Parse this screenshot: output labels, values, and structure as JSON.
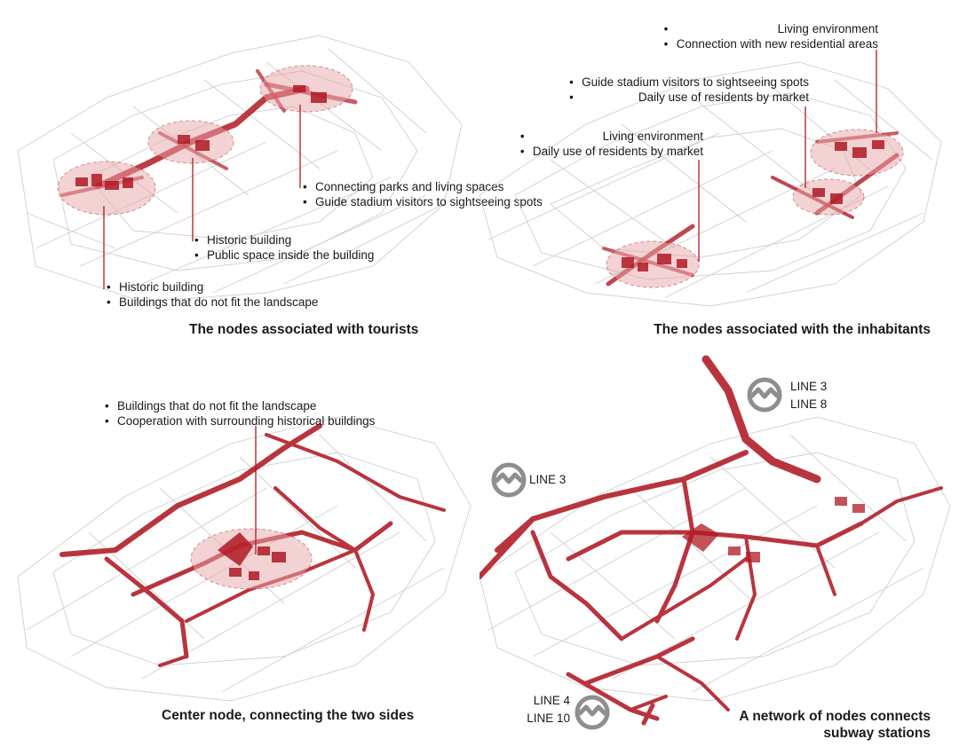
{
  "panels": [
    {
      "id": "tourists",
      "caption": "The nodes associated with tourists",
      "notes": [
        [
          "Connecting parks and living spaces",
          "Guide stadium visitors to sightseeing spots"
        ],
        [
          "Historic building",
          "Public space inside the building"
        ],
        [
          "Historic building",
          "Buildings that do not fit the landscape"
        ]
      ]
    },
    {
      "id": "inhabitants",
      "caption": "The nodes associated with the inhabitants",
      "notes": [
        [
          "Living environment",
          "Connection with new residential areas"
        ],
        [
          "Guide stadium visitors to sightseeing spots",
          "Daily use of residents by market"
        ],
        [
          "Living environment",
          "Daily use of residents by market"
        ]
      ]
    },
    {
      "id": "center",
      "caption": "Center node, connecting the two sides",
      "notes": [
        [
          "Buildings that do not fit the landscape",
          "Cooperation with surrounding historical buildings"
        ]
      ]
    },
    {
      "id": "network",
      "caption_lines": [
        "A network of nodes connects",
        "subway stations"
      ],
      "metro": [
        {
          "lines": [
            "LINE 3",
            "LINE 8"
          ]
        },
        {
          "lines": [
            "LINE 3"
          ]
        },
        {
          "lines": [
            "LINE 4",
            "LINE 10"
          ]
        }
      ]
    }
  ],
  "colors": {
    "accent": "#b01923",
    "accent_light": "#e8a6a9",
    "block_line": "#c9c9c9",
    "metro_icon": "#8e8e8e"
  },
  "icons": [
    "metro-logo-icon"
  ]
}
